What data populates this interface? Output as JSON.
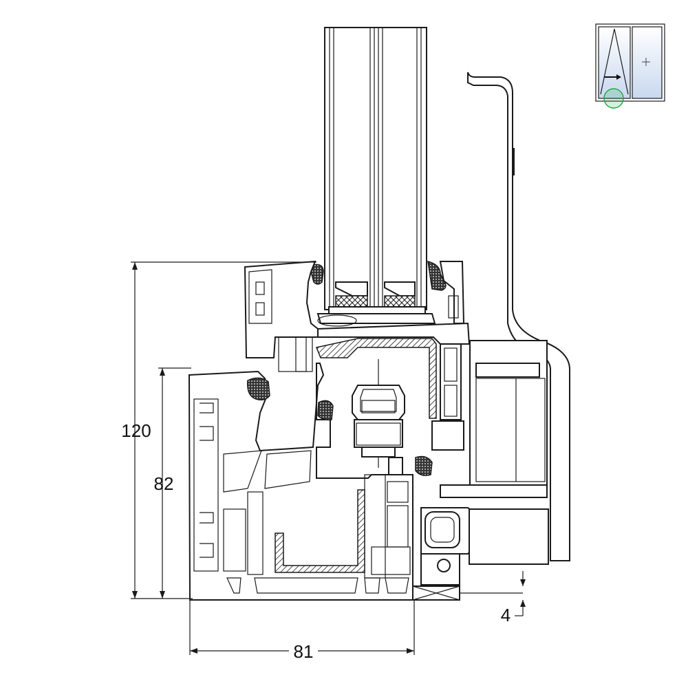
{
  "dimensions": {
    "total_height": "120",
    "frame_height": "82",
    "frame_depth": "81",
    "offset": "4"
  },
  "thumbnail": {
    "opening_arrow_icon": "arrow-right-icon",
    "fixed_pane_icon": "plus-icon",
    "highlight_color": "#22aa44",
    "glass_color": "#c9d8ef"
  },
  "colors": {
    "line": "#1a1a1a",
    "background": "#ffffff"
  }
}
